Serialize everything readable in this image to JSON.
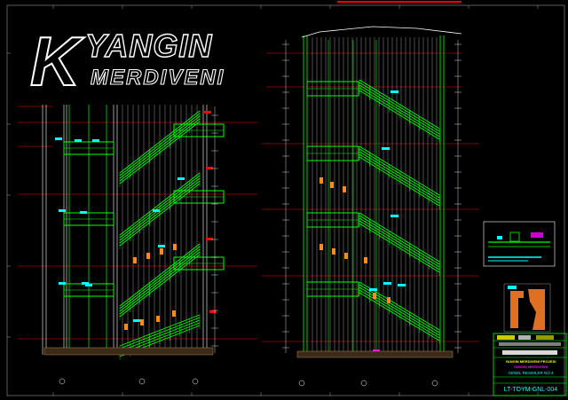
{
  "logo": {
    "letter": "K",
    "word_top": "YANGIN",
    "word_bottom": "MERDIVENI"
  },
  "title_block": {
    "company": "YANGIN MERDIVENI PROJESI",
    "title": "YANGIN MERDIVENI",
    "sheet": "GENEL RESIMLER NO:4",
    "drawing_code": "LT-TOYM-GNL-004"
  },
  "colors": {
    "background": "#000000",
    "stair": "#00ff00",
    "grid": "#ff0000",
    "dimension": "#ffffff",
    "annotation": "#00ffff",
    "highlight": "#ffff00",
    "marker": "#ff00ff"
  }
}
